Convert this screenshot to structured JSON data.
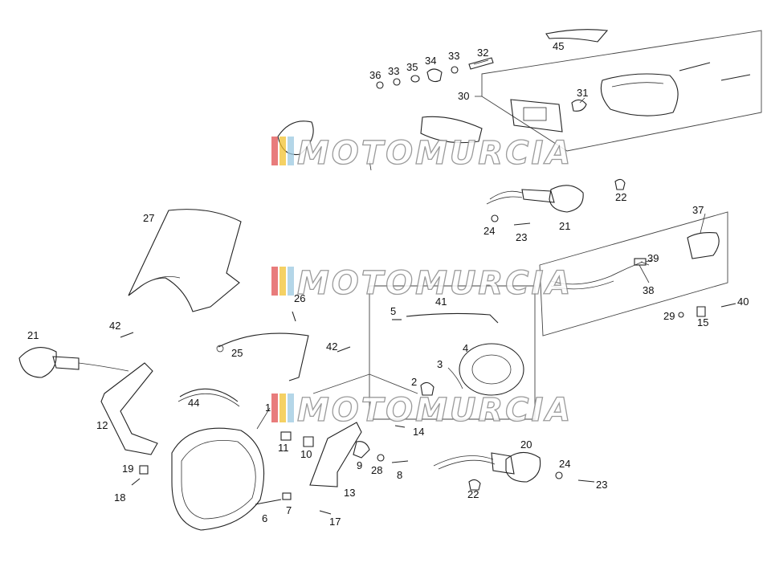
{
  "watermark": {
    "text": "MOTOMURCIA",
    "stripe_colors": [
      "#e05050",
      "#f2c230",
      "#9bc8e0"
    ]
  },
  "labels": [
    {
      "id": "45",
      "text": "45"
    },
    {
      "id": "32",
      "text": "32"
    },
    {
      "id": "33a",
      "text": "33"
    },
    {
      "id": "34",
      "text": "34"
    },
    {
      "id": "35",
      "text": "35"
    },
    {
      "id": "33b",
      "text": "33"
    },
    {
      "id": "36",
      "text": "36"
    },
    {
      "id": "30",
      "text": "30"
    },
    {
      "id": "31",
      "text": "31"
    },
    {
      "id": "22a",
      "text": "22"
    },
    {
      "id": "21a",
      "text": "21"
    },
    {
      "id": "24a",
      "text": "24"
    },
    {
      "id": "23a",
      "text": "23"
    },
    {
      "id": "37",
      "text": "37"
    },
    {
      "id": "39",
      "text": "39"
    },
    {
      "id": "38",
      "text": "38"
    },
    {
      "id": "29",
      "text": "29"
    },
    {
      "id": "15",
      "text": "15"
    },
    {
      "id": "40",
      "text": "40"
    },
    {
      "id": "27",
      "text": "27"
    },
    {
      "id": "26",
      "text": "26"
    },
    {
      "id": "41",
      "text": "41"
    },
    {
      "id": "5",
      "text": "5"
    },
    {
      "id": "21b",
      "text": "21"
    },
    {
      "id": "42a",
      "text": "42"
    },
    {
      "id": "25",
      "text": "25"
    },
    {
      "id": "42b",
      "text": "42"
    },
    {
      "id": "4",
      "text": "4"
    },
    {
      "id": "3",
      "text": "3"
    },
    {
      "id": "2",
      "text": "2"
    },
    {
      "id": "44",
      "text": "44"
    },
    {
      "id": "12",
      "text": "12"
    },
    {
      "id": "1",
      "text": "1"
    },
    {
      "id": "14",
      "text": "14"
    },
    {
      "id": "11",
      "text": "11"
    },
    {
      "id": "10",
      "text": "10"
    },
    {
      "id": "9",
      "text": "9"
    },
    {
      "id": "28",
      "text": "28"
    },
    {
      "id": "8",
      "text": "8"
    },
    {
      "id": "20",
      "text": "20"
    },
    {
      "id": "19",
      "text": "19"
    },
    {
      "id": "18",
      "text": "18"
    },
    {
      "id": "7",
      "text": "7"
    },
    {
      "id": "6",
      "text": "6"
    },
    {
      "id": "13",
      "text": "13"
    },
    {
      "id": "17",
      "text": "17"
    },
    {
      "id": "24b",
      "text": "24"
    },
    {
      "id": "23b",
      "text": "23"
    },
    {
      "id": "22b",
      "text": "22"
    }
  ]
}
